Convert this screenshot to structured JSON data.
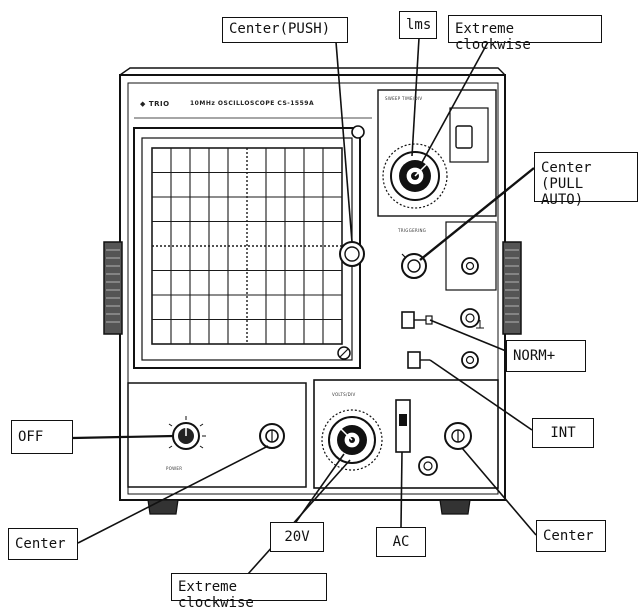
{
  "device": {
    "brand": "TRIO",
    "model_caption": "10MHz OSCILLOSCOPE CS-1559A",
    "sweep_label": "SWEEP TIME/DIV",
    "volts_label": "VOLTS/DIV",
    "triggering_label": "TRIGGERING",
    "power_label": "POWER"
  },
  "callouts": {
    "center_push": "Center(PUSH)",
    "one_ms": "lms",
    "extreme_clockwise_top": "Extreme clockwise",
    "center_pull_auto": "Center\n(PULL AUTO)",
    "norm_plus": "NORM+",
    "int": "INT",
    "off": "OFF",
    "center_left": "Center",
    "twenty_v": "20V",
    "ac": "AC",
    "center_right": "Center",
    "extreme_clockwise_bottom": "Extreme clockwise"
  },
  "colors": {
    "ink": "#111111",
    "panel": "#ffffff",
    "screen_grid": "#1a1a1a"
  }
}
